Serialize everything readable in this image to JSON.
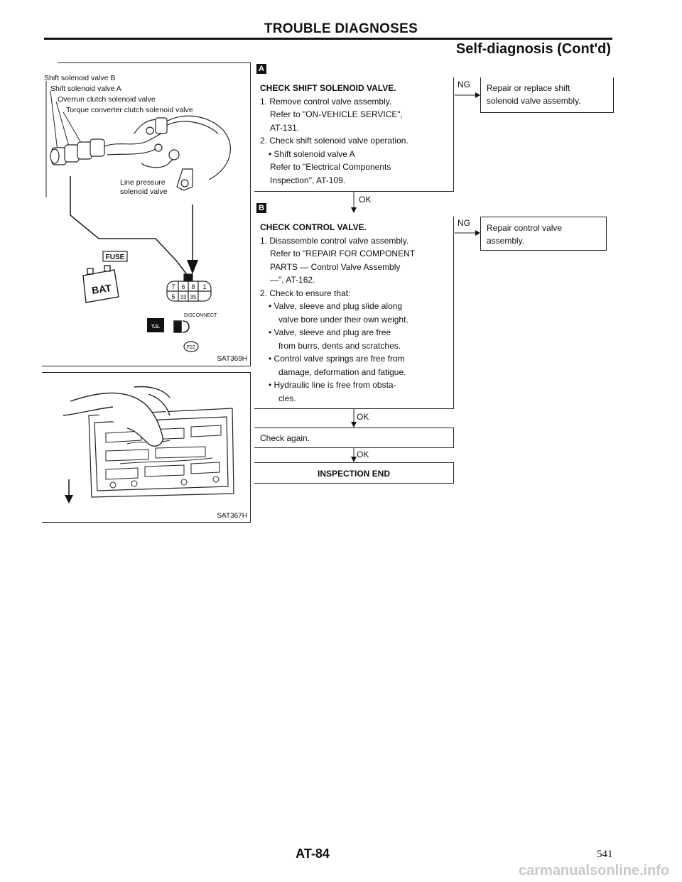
{
  "header": {
    "title": "TROUBLE DIAGNOSES",
    "subtitle": "Self-diagnosis (Cont'd)"
  },
  "figure_a": {
    "marker": "A",
    "labels": {
      "shift_b": "Shift solenoid valve B",
      "shift_a": "Shift solenoid valve A",
      "overrun": "Overrun clutch solenoid valve",
      "torque": "Torque converter clutch solenoid valve",
      "line_pressure_1": "Line pressure",
      "line_pressure_2": "solenoid valve",
      "fuse": "FUSE",
      "bat": "BAT",
      "connector_top": [
        "7",
        "6",
        "8",
        "1"
      ],
      "connector_bottom": [
        "5",
        "33",
        "35"
      ],
      "disconnect": "DISCONNECT",
      "ts": "T.S.",
      "connector_id": "F22"
    },
    "code": "SAT369H"
  },
  "figure_b": {
    "marker": "B",
    "code": "SAT367H"
  },
  "flow": {
    "marker_a": "A",
    "marker_b": "B",
    "step_a": {
      "title": "CHECK SHIFT SOLENOID VALVE.",
      "l1": "1. Remove control valve assembly.",
      "l2": "Refer to \"ON-VEHICLE SERVICE\",",
      "l3": "AT-131.",
      "l4": "2. Check shift solenoid valve operation.",
      "l5": "• Shift solenoid valve A",
      "l6": "Refer to \"Electrical Components",
      "l7": "Inspection\", AT-109."
    },
    "ng_label_a": "NG",
    "result_a": {
      "l1": "Repair or replace shift",
      "l2": "solenoid valve assembly."
    },
    "ok_1": "OK",
    "step_b": {
      "title": "CHECK CONTROL VALVE.",
      "l1": "1. Disassemble control valve assembly.",
      "l2": "Refer to \"REPAIR FOR COMPONENT",
      "l3": "PARTS — Control Valve Assembly",
      "l4": "—\", AT-162.",
      "l5": "2. Check to ensure that:",
      "l6": "• Valve, sleeve and plug slide along",
      "l7": "valve bore under their own weight.",
      "l8": "• Valve, sleeve and plug are free",
      "l9": "from burrs, dents and scratches.",
      "l10": "• Control valve springs are free from",
      "l11": "damage, deformation and fatigue.",
      "l12": "• Hydraulic line is free from obsta-",
      "l13": "cles."
    },
    "ng_label_b": "NG",
    "result_b": {
      "l1": "Repair control valve",
      "l2": "assembly."
    },
    "ok_2": "OK",
    "check_again": "Check again.",
    "ok_3": "OK",
    "end": "INSPECTION END"
  },
  "footer": {
    "page_code": "AT-84",
    "page_number": "541",
    "watermark": "carmanualsonline.info"
  }
}
